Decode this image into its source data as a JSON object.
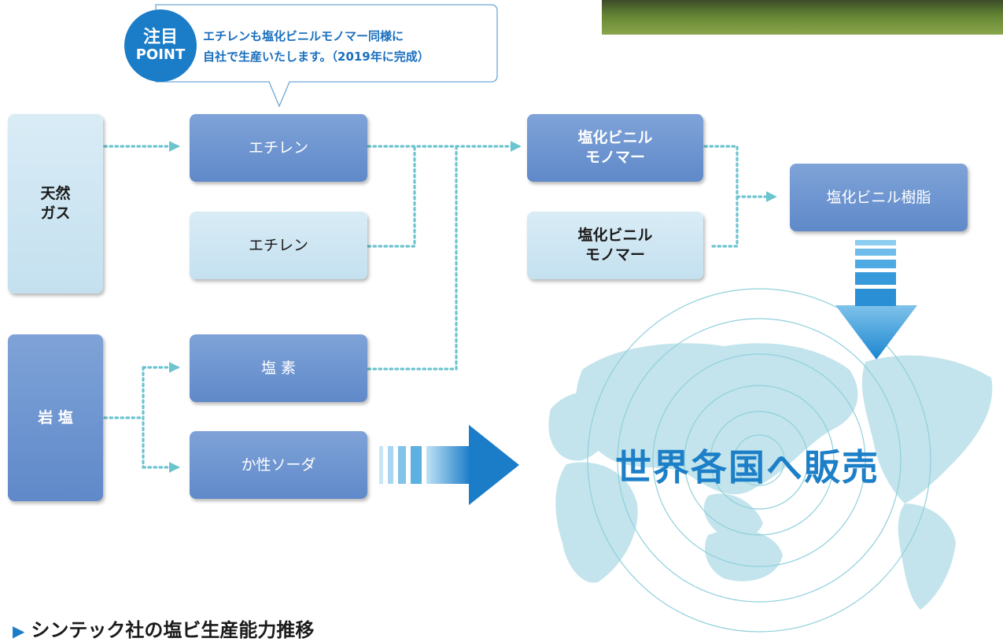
{
  "callout": {
    "badge_line1": "注目",
    "badge_line2": "POINT",
    "text": "エチレンも塩化ビニルモノマー同様に\n自社で生産いたします。（2019年に完成）"
  },
  "nodes": {
    "natural_gas": "天然\nガス",
    "rock_salt": "岩 塩",
    "ethylene_new": "エチレン",
    "ethylene": "エチレン",
    "chlorine": "塩 素",
    "caustic_soda": "か性ソーダ",
    "vcm_new": "塩化ビニル\nモノマー",
    "vcm": "塩化ビニル\nモノマー",
    "pvc": "塩化ビニル樹脂"
  },
  "world_title": "世界各国へ販売",
  "section_heading": "シンテック社の塩ビ生産能力推移",
  "colors": {
    "node_dark": "#6d95cf",
    "node_light": "#cde6f2",
    "connector": "#6cc4cf",
    "accent_blue": "#1b7cc8",
    "map": "#bfe3ea"
  }
}
